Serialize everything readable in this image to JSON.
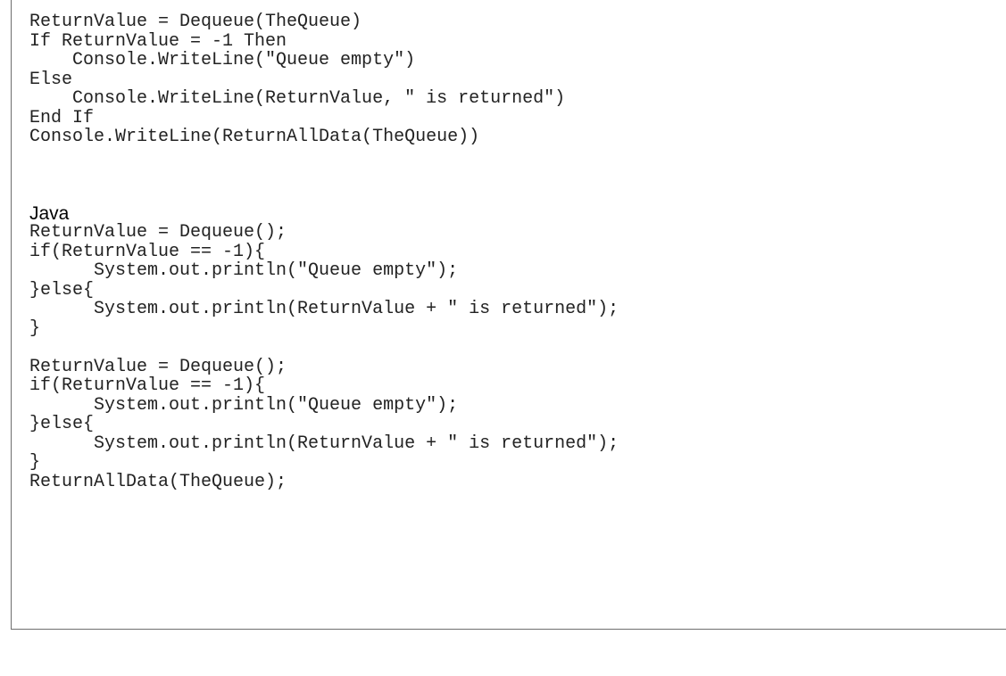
{
  "vb_block": {
    "lines": [
      "ReturnValue = Dequeue(TheQueue)",
      "If ReturnValue = -1 Then",
      "    Console.WriteLine(\"Queue empty\")",
      "Else",
      "    Console.WriteLine(ReturnValue, \" is returned\")",
      "End If",
      "Console.WriteLine(ReturnAllData(TheQueue))"
    ]
  },
  "java_block": {
    "heading": "Java",
    "lines": [
      "ReturnValue = Dequeue();",
      "if(ReturnValue == -1){",
      "      System.out.println(\"Queue empty\");",
      "}else{",
      "      System.out.println(ReturnValue + \" is returned\");",
      "}",
      "",
      "ReturnValue = Dequeue();",
      "if(ReturnValue == -1){",
      "      System.out.println(\"Queue empty\");",
      "}else{",
      "      System.out.println(ReturnValue + \" is returned\");",
      "}",
      "ReturnAllData(TheQueue);"
    ]
  }
}
